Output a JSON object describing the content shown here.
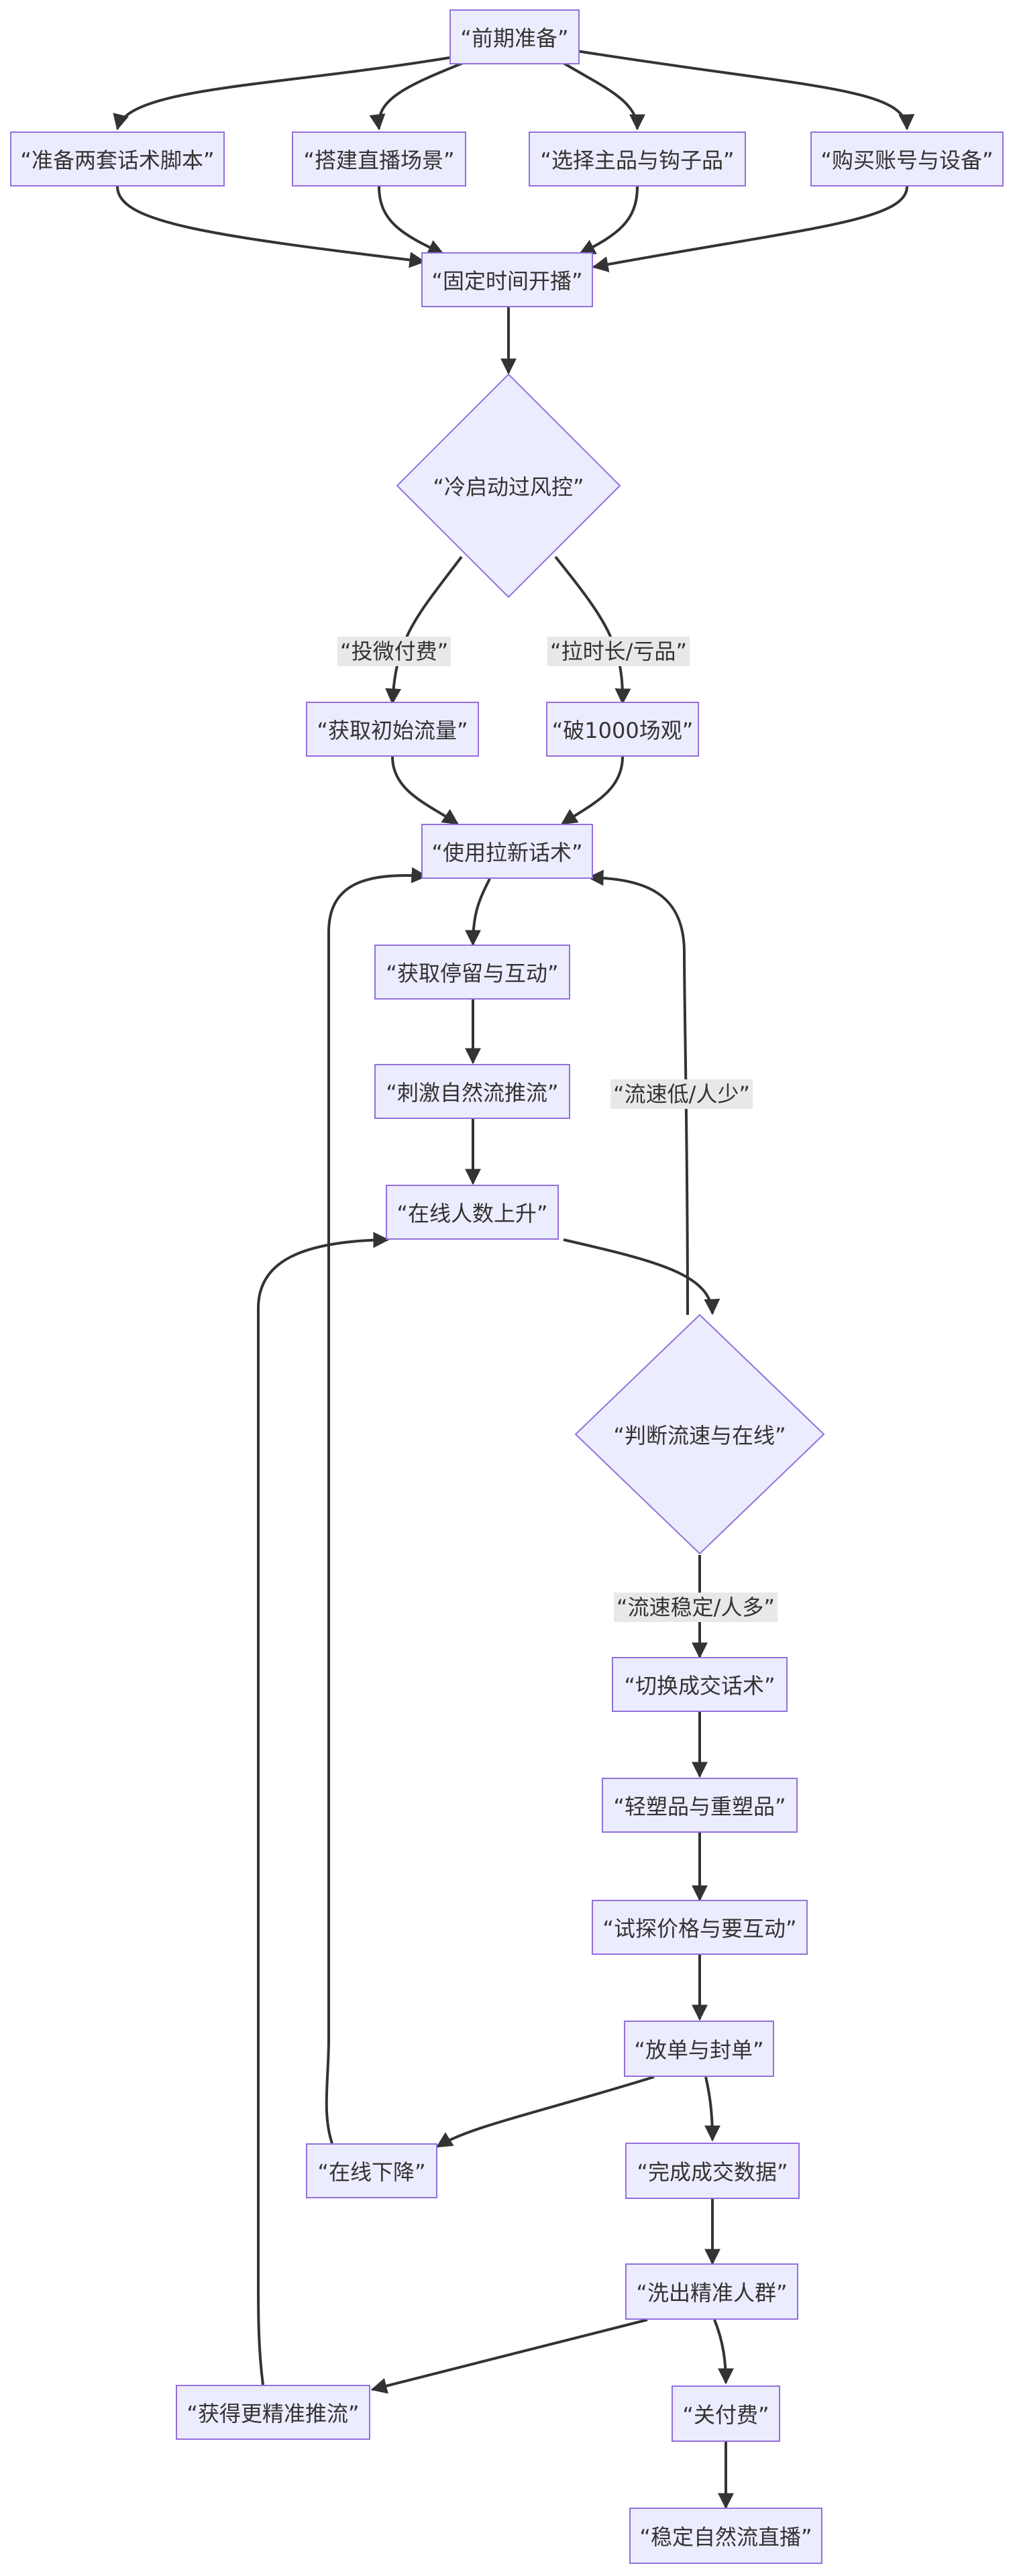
{
  "nodes": {
    "prep": "“前期准备”",
    "script": "“准备两套话术脚本”",
    "scene": "“搭建直播场景”",
    "product": "“选择主品与钩子品”",
    "account": "“购买账号与设备”",
    "fixed_time": "“固定时间开播”",
    "cold_start": "“冷启动过风控”",
    "init_traffic": "“获取初始流量”",
    "break_1000": "“破1000场观”",
    "new_script": "“使用拉新话术”",
    "retention": "“获取停留与互动”",
    "natural_push": "“刺激自然流推流”",
    "online_up": "“在线人数上升”",
    "judge": "“判断流速与在线”",
    "switch_script": "“切换成交话术”",
    "light_heavy": "“轻塑品与重塑品”",
    "test_price": "“试探价格与要互动”",
    "release_seal": "“放单与封单”",
    "online_down": "“在线下降”",
    "complete_deal": "“完成成交数据”",
    "precise_crowd": "“洗出精准人群”",
    "precise_push": "“获得更精准推流”",
    "pay_off": "“关付费”",
    "stable_live": "“稳定自然流直播”"
  },
  "edge_labels": {
    "paid": "“投微付费”",
    "duration": "“拉时长/亏品”",
    "low_flow": "“流速低/人少”",
    "stable_flow": "“流速稳定/人多”"
  },
  "colors": {
    "node_fill": "#ECECFF",
    "node_stroke": "#9370DB",
    "edge": "#333333",
    "label_bg": "#E8E8E8"
  }
}
